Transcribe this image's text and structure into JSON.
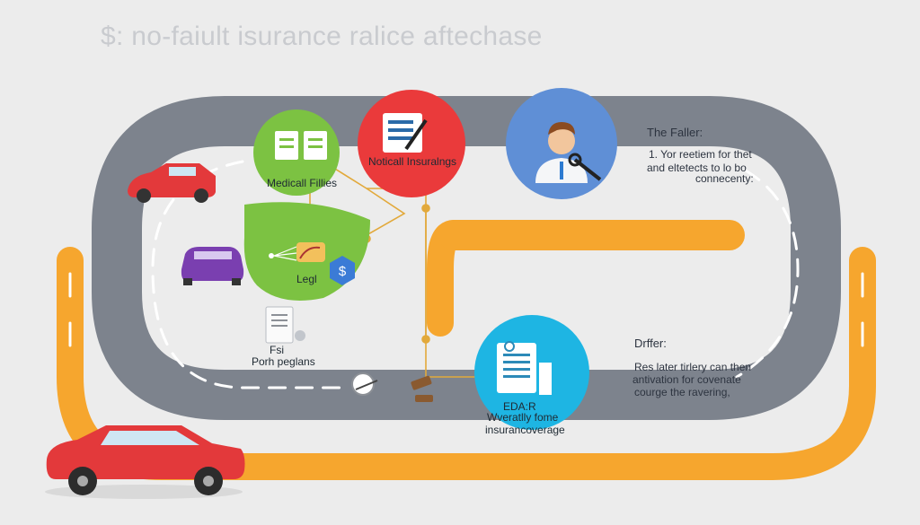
{
  "title": "$: no-faiult isurance ralice aftechase",
  "nodes": {
    "medical_files": {
      "label": "Medicall Fillies",
      "color": "#7cc242"
    },
    "notical_insurance": {
      "label": "Noticall Insuralngs",
      "color": "#ea3a3b"
    },
    "fault_person": {
      "color": "#5f8fd6"
    },
    "legal": {
      "label": "Legl",
      "color": "#7cc242"
    },
    "coverage": {
      "label_1": "EDA:R",
      "label_2": "Wveratlly fome",
      "label_3": "insurancoverage",
      "color": "#1eb5e3"
    },
    "forms": {
      "label_1": "Fsi",
      "label_2": "Porh peglans"
    }
  },
  "right_panel": {
    "heading_1": "The Faller:",
    "text_1a": "1. Yor reetiem for thet",
    "text_1b": "and eltetects to lo bo",
    "text_1c": "connecenty:",
    "heading_2": "Drffer:",
    "text_2a": "Res later tirlery can then",
    "text_2b": "antivation for covenate",
    "text_2c": "courge the ravering,"
  },
  "icons": [
    "car-icon",
    "document-icon",
    "doctor-icon",
    "dollar-icon",
    "gavel-icon",
    "magnifier-icon",
    "crash-icon"
  ],
  "colors": {
    "road": "#7d838d",
    "track": "#f6a62e",
    "connector": "#e2a93b",
    "red_car": "#e3393b",
    "purple_car": "#7a3fb0"
  }
}
